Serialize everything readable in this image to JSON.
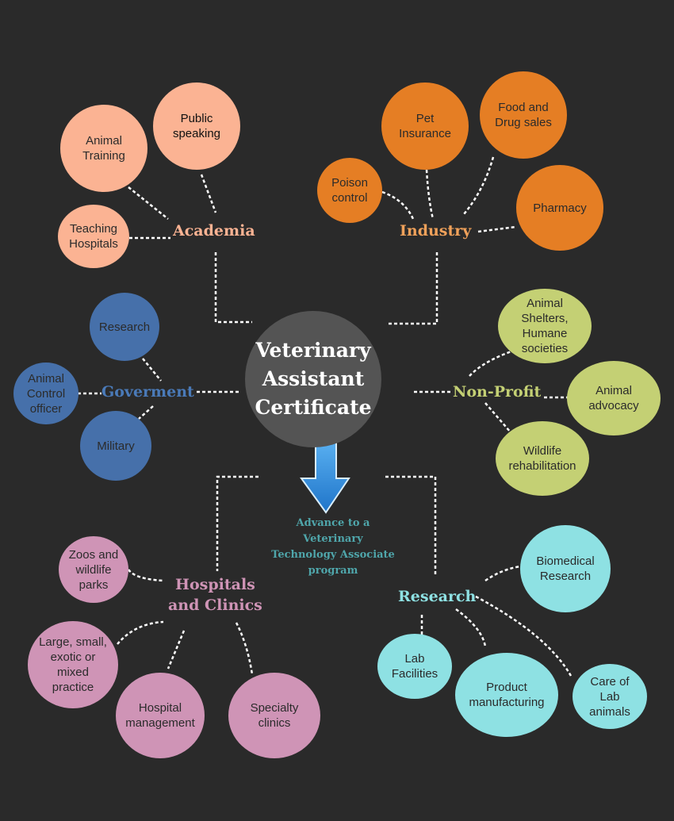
{
  "center": {
    "label": "Veterinary\nAssistant\nCertificate"
  },
  "advance": {
    "label": "Advance to a\nVeterinary\nTechnology Associate\nprogram"
  },
  "colors": {
    "background": "#2a2a2a",
    "center": "#545454",
    "connector": "#ffffff",
    "arrow": "#2f8fe0",
    "academia": "#fbb393",
    "industry": "#e57e24",
    "government": "#4670aa",
    "nonprofit": "#c4d074",
    "hospitals": "#cf94b6",
    "research": "#8ee1e3"
  },
  "branches": {
    "academia": {
      "label": "Academia",
      "nodes": [
        "Animal\nTraining",
        "Public\nspeaking",
        "Teaching\nHospitals"
      ]
    },
    "industry": {
      "label": "Industry",
      "nodes": [
        "Pet\nInsurance",
        "Food and\nDrug sales",
        "Poison\ncontrol",
        "Pharmacy"
      ]
    },
    "government": {
      "label": "Goverment",
      "nodes": [
        "Research",
        "Animal\nControl\nofficer",
        "Military"
      ]
    },
    "nonprofit": {
      "label": "Non-Profit",
      "nodes": [
        "Animal\nShelters,\nHumane\nsocieties",
        "Animal\nadvocacy",
        "Wildlife\nrehabilitation"
      ]
    },
    "hospitals": {
      "label": "Hospitals\nand Clinics",
      "nodes": [
        "Zoos and\nwildlife\nparks",
        "Large, small,\nexotic or\nmixed\npractice",
        "Hospital\nmanagement",
        "Specialty\nclinics"
      ]
    },
    "research": {
      "label": "Research",
      "nodes": [
        "Biomedical\nResearch",
        "Lab\nFacilities",
        "Product\nmanufacturing",
        "Care of\nLab\nanimals"
      ]
    }
  }
}
